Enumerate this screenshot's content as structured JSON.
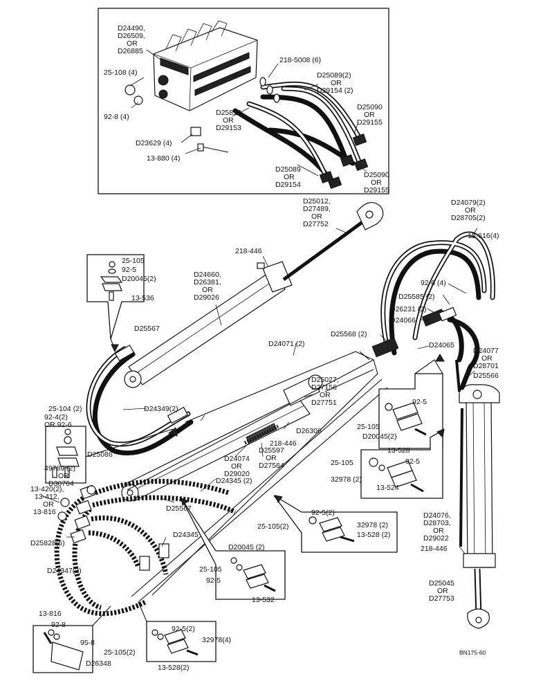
{
  "labels": {
    "valve_top": [
      "D24490,",
      "D26509,",
      "OR",
      "D26885"
    ],
    "l_25_108_4": "25-108 (4)",
    "l_92_8_4": "92-8 (4)",
    "l_218_5008_6": "218-5008 (6)",
    "l_d25089_2": [
      "D25089(2)",
      "OR",
      "D29154 (2)"
    ],
    "l_d25090_a": [
      "D25090",
      "OR",
      "D29155"
    ],
    "l_d25816": [
      "D25816",
      "OR",
      "D29153"
    ],
    "l_d23629_4": "D23629 (4)",
    "l_13_880_4": "13-880 (4)",
    "l_d25089_b": [
      "D25089",
      "OR",
      "D29154"
    ],
    "l_d25090_b": [
      "D25090",
      "OR",
      "D29155"
    ],
    "l_rod_top": [
      "D25012,",
      "D27489,",
      "OR",
      "D27752"
    ],
    "l_d24079": [
      "D24079(2)",
      "OR",
      "D28705(2)"
    ],
    "l_13_616_4": "13-616(4)",
    "l_218_446_a": "218-446",
    "l_25_105_a": "25-105",
    "l_92_5_a": "92-5",
    "l_d20045_2_a": "D20045(2)",
    "l_13_536": "13-536",
    "l_cyl_a": [
      "D24660,",
      "D26381,",
      "OR",
      "D29026"
    ],
    "l_92_6_4": "92-6 (4)",
    "l_d25585_2": "D25585 (2)",
    "l_d26231_2": "D26231 (2)",
    "l_d24066": "D24066",
    "l_d25567_a": "D25567",
    "l_d25568_2": "D25568 (2)",
    "l_d24065": "D24065",
    "l_d24071_2": "D24071 (2)",
    "l_d24077": [
      "D24077",
      "OR",
      "D28701"
    ],
    "l_d25566": "D25566",
    "l_d24349_2": "D24349(2)",
    "l_d25027": [
      "D25027,",
      "D27156",
      "OR",
      "D27751"
    ],
    "l_92_5_b": "92-5",
    "l_25_104_2": "25-104 (2)",
    "l_92_4_2": [
      "92-4(2)",
      "OR 92-6"
    ],
    "l_d26306": "D26306",
    "l_25_105_b": "25-105",
    "l_d20045_2_b": "D20045(2)",
    "l_d25086": "D25086",
    "l_218_446_b": "218-446",
    "l_13_528_a": "13-528",
    "l_49789_2": [
      "49789 (2)",
      "OR",
      "D30704"
    ],
    "l_d24074": [
      "D24074",
      "OR",
      "D29020"
    ],
    "l_d25597": [
      "D25597",
      "OR",
      "D27564"
    ],
    "l_25_105_c": "25-105",
    "l_92_5_c": "92-5",
    "l_32978_2": "32978 (2)",
    "l_13_420": [
      "13-420(2),",
      "13-412,",
      "OR",
      "13-816"
    ],
    "l_d24345_2": "D24345 (2)",
    "l_13_524": "13-524",
    "l_d25567_b": "D25567",
    "l_92_5_2_a": "92-5(2)",
    "l_25_105_2_a": "25-105(2)",
    "l_32978_2_b": "32978 (2)",
    "l_13_528_2_a": "13-528 (2)",
    "l_d24076": [
      "D24076,",
      "D28703,",
      "OR",
      "D29022"
    ],
    "l_d25828_6": "D25828(6)",
    "l_d24345": "D24345",
    "l_218_446_c": "218-446",
    "l_d20045_2_c": "D20045 (2)",
    "l_d24347_2": "D24347(2)",
    "l_25_105_d": "25-105",
    "l_92_5_d": "92-5",
    "l_13_532": "13-532",
    "l_d25045": [
      "D25045",
      "OR",
      "D27753"
    ],
    "l_13_816": "13-816",
    "l_92_8": "92-8",
    "l_95_8": "95-8",
    "l_92_5_2_b": "92-5(2)",
    "l_32978_4": "32978(4)",
    "l_25_105_2_b": "25-105(2)",
    "l_d26348": "D26348",
    "l_13_528_2_b": "13-528(2)",
    "figure_id": "BN175-60"
  }
}
